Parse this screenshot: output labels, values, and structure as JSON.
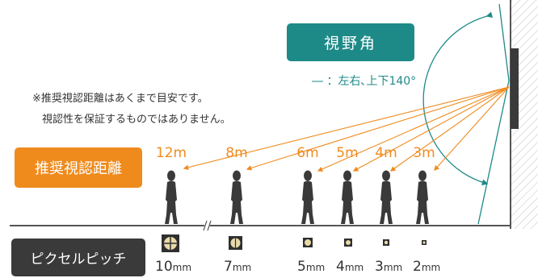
{
  "fov": {
    "title": "視野角",
    "legend": "― ：左右､上下140°",
    "teal": "#1e8a88"
  },
  "note": {
    "line1": "※推奨視認距離はあくまで目安です。",
    "line2": "視認性を保証するものではありません。"
  },
  "viewing": {
    "label": "推奨視認距離",
    "orange": "#ef8b1d",
    "distances": [
      "12m",
      "8m",
      "6m",
      "5m",
      "4m",
      "3m"
    ]
  },
  "pitch": {
    "label": "ピクセルピッチ",
    "values": [
      {
        "num": "10",
        "unit": "mm"
      },
      {
        "num": "7",
        "unit": "mm"
      },
      {
        "num": "5",
        "unit": "mm"
      },
      {
        "num": "4",
        "unit": "mm"
      },
      {
        "num": "3",
        "unit": "mm"
      },
      {
        "num": "2",
        "unit": "mm"
      }
    ]
  }
}
